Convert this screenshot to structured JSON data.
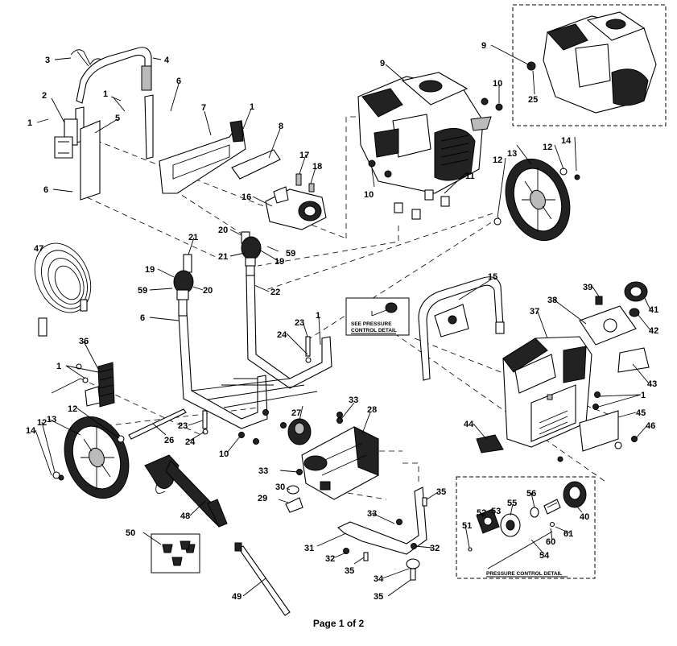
{
  "page": {
    "footer": "Page 1 of 2"
  },
  "callouts": {
    "c1a": "1",
    "c1b": "1",
    "c1c": "1",
    "c1d": "1",
    "c1e": "1",
    "c1f": "1",
    "c2": "2",
    "c3": "3",
    "c4": "4",
    "c5": "5",
    "c6a": "6",
    "c6b": "6",
    "c6c": "6",
    "c7": "7",
    "c8": "8",
    "c9a": "9",
    "c9b": "9",
    "c10a": "10",
    "c10b": "10",
    "c10c": "10",
    "c11": "11",
    "c12a": "12",
    "c12b": "12",
    "c12c": "12",
    "c13a": "13",
    "c13b": "13",
    "c14a": "14",
    "c14b": "14",
    "c15": "15",
    "c16": "16",
    "c17": "17",
    "c18": "18",
    "c19a": "19",
    "c19b": "19",
    "c20a": "20",
    "c20b": "20",
    "c21a": "21",
    "c21b": "21",
    "c22": "22",
    "c23a": "23",
    "c23b": "23",
    "c24a": "24",
    "c24b": "24",
    "c25": "25",
    "c26": "26",
    "c27": "27",
    "c28": "28",
    "c29": "29",
    "c30": "30",
    "c31": "31",
    "c32a": "32",
    "c32b": "32",
    "c33a": "33",
    "c33b": "33",
    "c33c": "33",
    "c34": "34",
    "c35a": "35",
    "c35b": "35",
    "c35c": "35",
    "c36": "36",
    "c37": "37",
    "c38": "38",
    "c39": "39",
    "c40": "40",
    "c41": "41",
    "c42": "42",
    "c43": "43",
    "c44": "44",
    "c45": "45",
    "c46": "46",
    "c47": "47",
    "c48": "48",
    "c49": "49",
    "c50": "50",
    "c51": "51",
    "c52": "52",
    "c53": "53",
    "c54": "54",
    "c55": "55",
    "c56": "56",
    "c59a": "59",
    "c59b": "59",
    "c60": "60",
    "c61": "61"
  },
  "notes": {
    "see_pressure_line1": "SEE PRESSURE",
    "see_pressure_line2": "CONTROL DETAIL",
    "pressure_detail_title": "PRESSURE CONTROL DETAIL"
  }
}
